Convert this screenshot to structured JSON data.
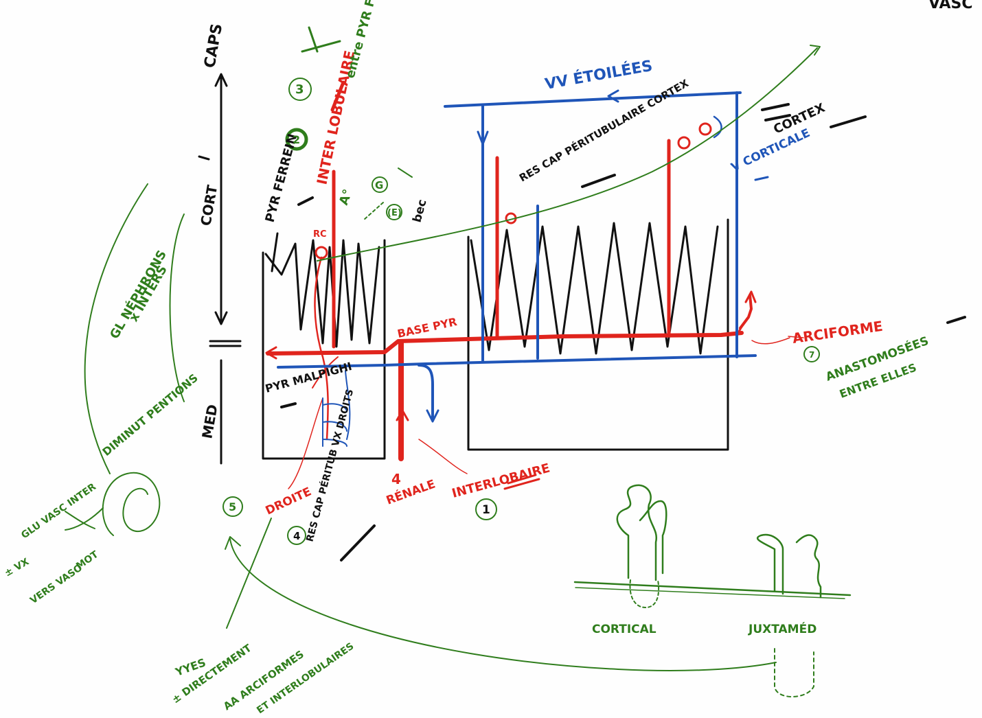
{
  "header": {
    "corner_text": "VASC"
  },
  "axis": {
    "caps": "CAPS",
    "cort": "CORT",
    "med": "MED"
  },
  "pyramids": {
    "ferrein": "PYR FERREIN",
    "malpighi": "PYR MALPIGHI",
    "base_pyr": "BASE PYR"
  },
  "vessels": {
    "interlobulaire": "INTER LOBULAIRE",
    "entre_pyr_fer": "entre PYR FER",
    "v_etoilees": "VV ÉTOILÉES",
    "res_cap_peritub_cortex": "RES CAP PÉRITUBULAIRE CORTEX",
    "v_corticale": "V CORTICALE",
    "cortex": "CORTEX",
    "arciforme": "ARCIFORME",
    "anastomoses": "ANASTOMOSÉES",
    "entre_elles": "ENTRE ELLES",
    "droite": "DROITE",
    "res_cap_peritub_vx_droits": "RES CAP PÉRITUB VX DROITS",
    "renale": "RÉNALE",
    "renale_num": "4",
    "interlobaire": "INTERLOBAIRE",
    "aa": "A°",
    "ae": "(E)",
    "g": "G",
    "bec_b": "bec",
    "rc": "RC"
  },
  "markers": {
    "m1": "1",
    "m2": "2",
    "m3": "3",
    "m4": "4",
    "m5": "5",
    "m7": "7"
  },
  "notes": {
    "gl_nephrons": "GL NÉPHRONS",
    "x_inters": "x INTERS",
    "diminut_pentions": "DIMINUT PENTIONS",
    "glu_vasc_inter": "GLU VASC INTER",
    "vx": "± VX",
    "vers_vaso": "VERS VASO",
    "mot": "MOT",
    "yyes": "YYES",
    "directement": "± DIRECTEMENT",
    "aa_arciformes": "AA ARCIFORMES",
    "et_interlobulaires": "ET INTERLOBULAIRES"
  },
  "nephron_types": {
    "cortical": "CORTICAL",
    "juxtamed": "JUXTAMÉD"
  },
  "colors": {
    "red": "#e0241d",
    "blue": "#1f55b8",
    "green": "#2f7d1c",
    "black": "#111111"
  }
}
